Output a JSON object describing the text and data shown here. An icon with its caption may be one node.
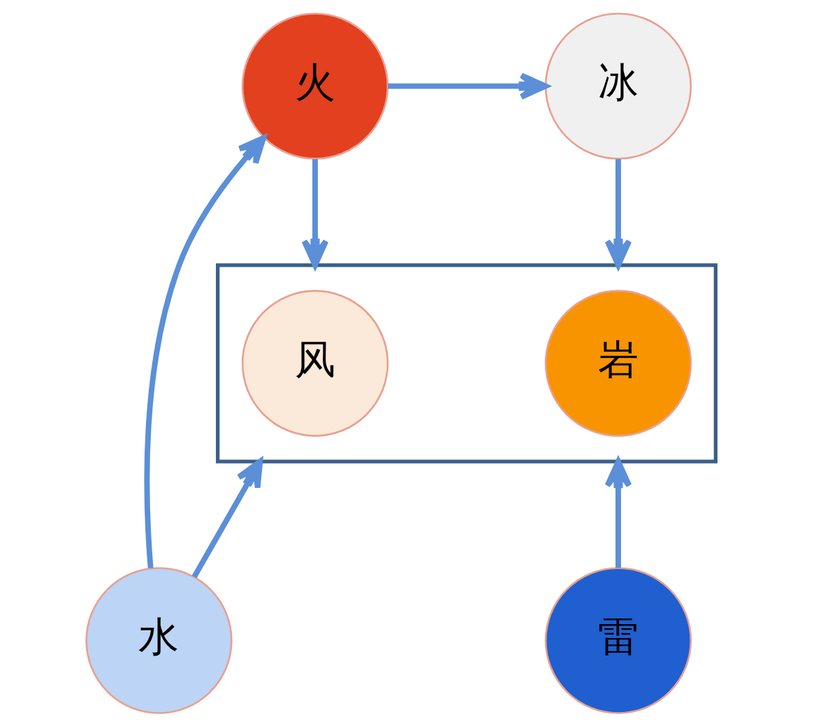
{
  "diagram": {
    "nodes": [
      {
        "text": [
          "火"
        ]
      },
      {
        "text": [
          "冰"
        ]
      },
      {
        "text": [],
        "shape": "box"
      },
      {
        "text": [
          "风"
        ],
        "in": 2
      },
      {
        "text": [
          "岩"
        ],
        "in": 2
      },
      {
        "text": [
          "水"
        ]
      },
      {
        "text": [
          "雷"
        ]
      }
    ],
    "edges": [
      {
        "from": 0,
        "to": 1,
        "arrow": "to"
      },
      {
        "from": 0,
        "to": 2,
        "arrow": "to"
      },
      {
        "from": 1,
        "to": 2,
        "arrow": "to"
      },
      {
        "from": 5,
        "to": 0,
        "arrow": "to"
      },
      {
        "from": 5,
        "to": 2,
        "arrow": "to"
      },
      {
        "from": 6,
        "to": 2,
        "arrow": "to"
      }
    ]
  }
}
